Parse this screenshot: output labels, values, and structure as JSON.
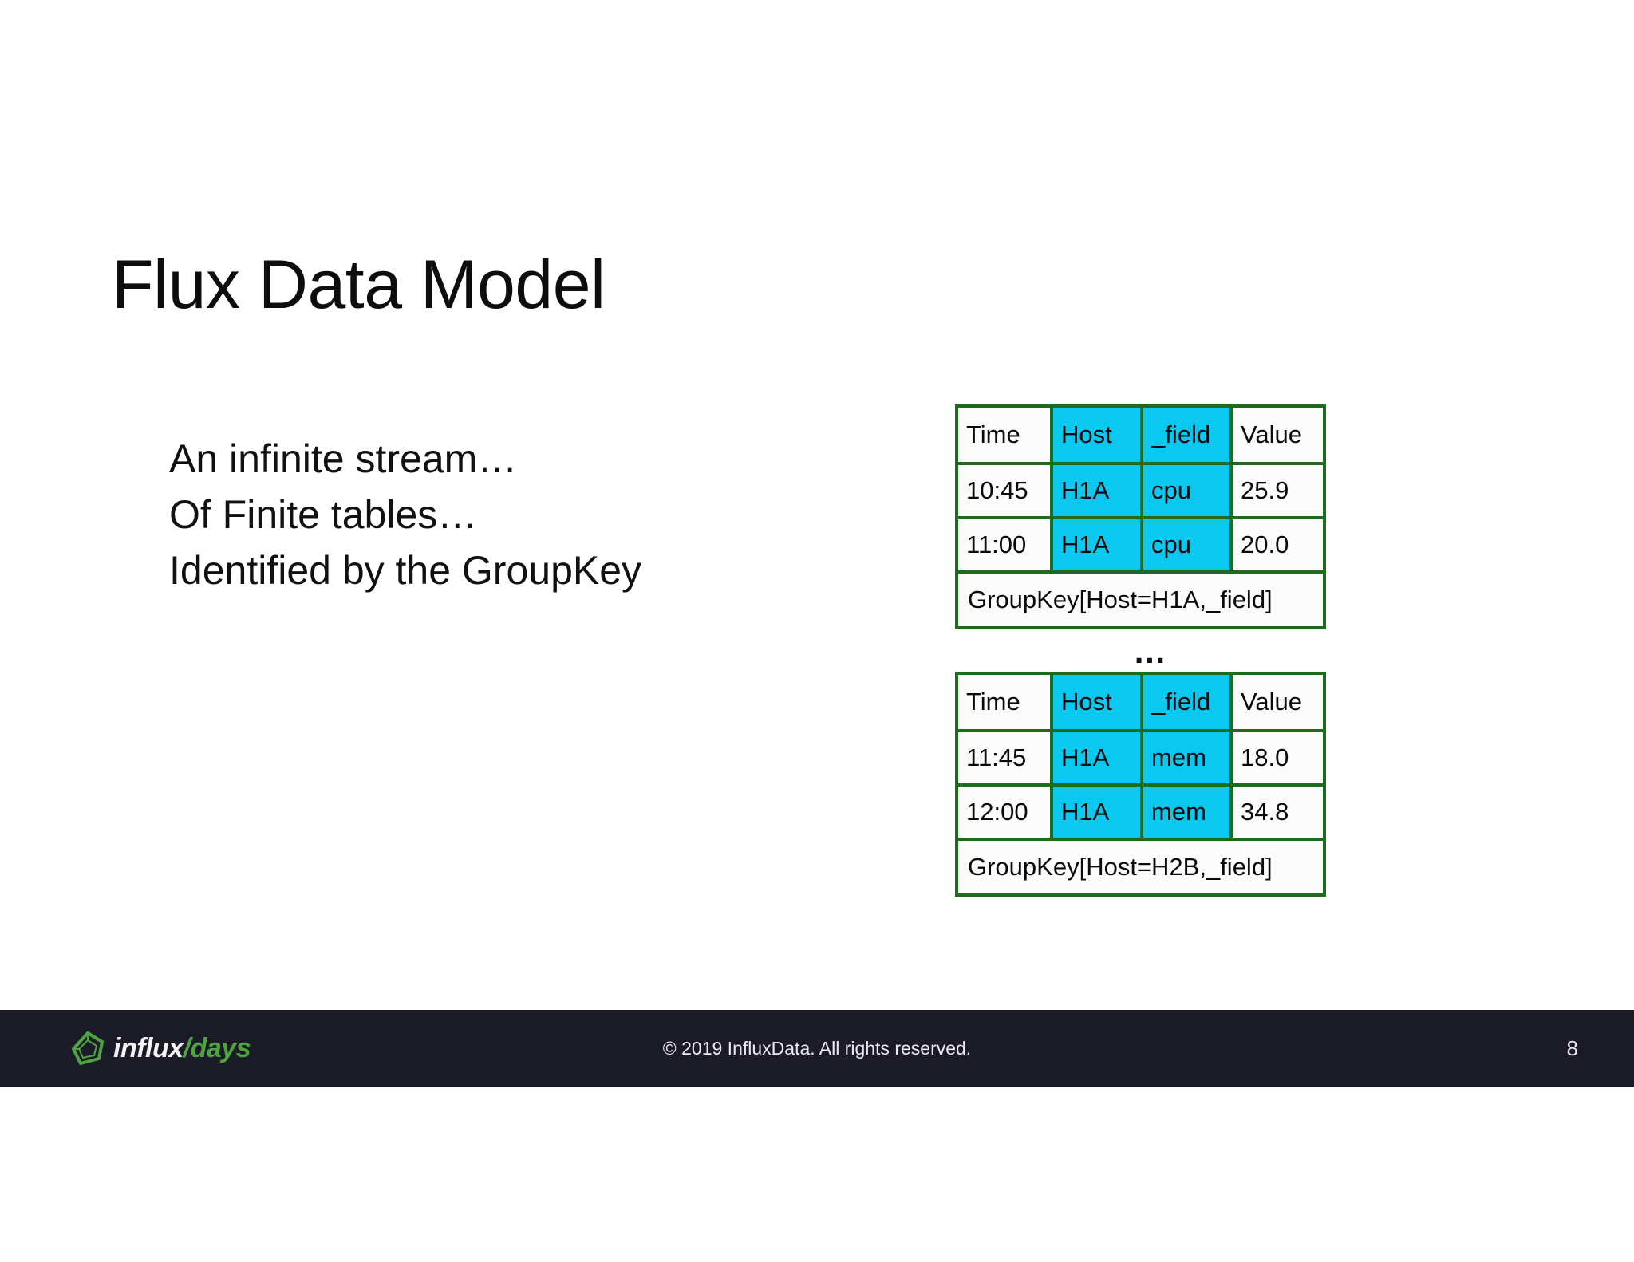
{
  "slide": {
    "title": "Flux Data Model",
    "page_number": "8",
    "background_color": "#ffffff"
  },
  "body": {
    "lines": [
      "An infinite stream…",
      "Of Finite tables…",
      "Identified by the GroupKey"
    ]
  },
  "tables": {
    "ellipsis": "…",
    "border_color": "#1d6b1d",
    "highlight_color": "#0ac8f0",
    "columns": [
      "Time",
      "Host",
      "_field",
      "Value"
    ],
    "items": [
      {
        "name": "table-cpu",
        "headers": [
          "Time",
          "Host",
          "_field",
          "Value"
        ],
        "rows": [
          [
            "10:45",
            "H1A",
            "cpu",
            "25.9"
          ],
          [
            "11:00",
            "H1A",
            "cpu",
            "20.0"
          ]
        ],
        "groupkey": "GroupKey[Host=H1A,_field]"
      },
      {
        "name": "table-mem",
        "headers": [
          "Time",
          "Host",
          "_field",
          "Value"
        ],
        "rows": [
          [
            "11:45",
            "H1A",
            "mem",
            "18.0"
          ],
          [
            "12:00",
            "H1A",
            "mem",
            "34.8"
          ]
        ],
        "groupkey": "GroupKey[Host=H2B,_field]"
      }
    ]
  },
  "footer": {
    "logo": {
      "icon": "influx-polygon-logo-icon",
      "word_primary": "influx",
      "word_secondary": "/days",
      "primary_color": "#f2f2f5",
      "secondary_color": "#4ea53f"
    },
    "copyright": "© 2019 InfluxData. All rights reserved.",
    "page_number": "8",
    "background_color": "#1b1b27"
  }
}
